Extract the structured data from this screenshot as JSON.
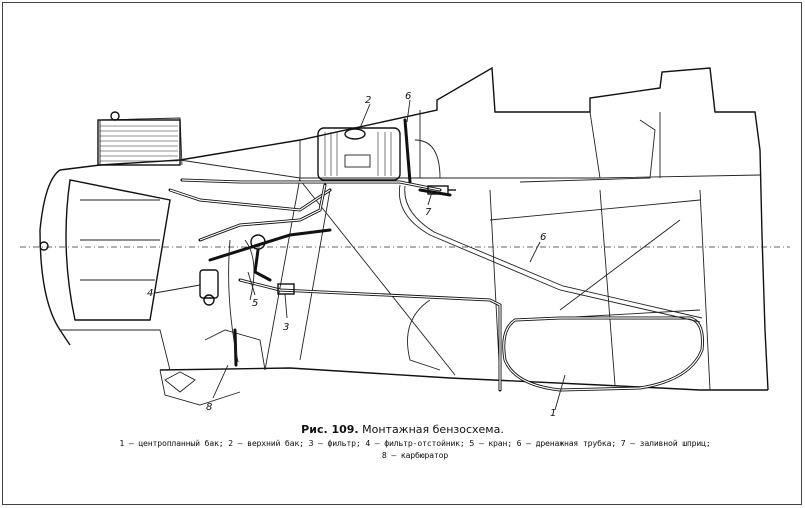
{
  "figure": {
    "number": "Рис. 109.",
    "title": "Монтажная бензосхема.",
    "labels": [
      "1",
      "2",
      "3",
      "4",
      "5",
      "6",
      "6",
      "7",
      "8"
    ]
  },
  "legend": {
    "line1": "1 — центропланный бак;  2 — верхний бак;  3 — фильтр;  4 — фильтр-отстойник;  5 — кран;  6 — дренажная трубка;  7 — заливной шприц;",
    "line2": "8 — карбюратор"
  }
}
